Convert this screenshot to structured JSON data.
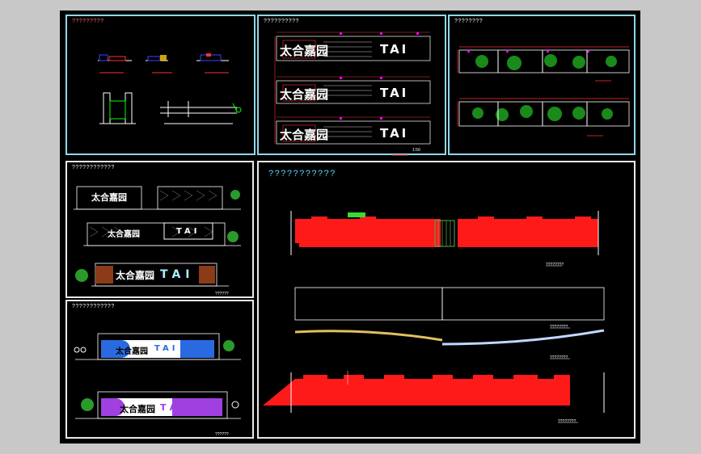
{
  "drawing": {
    "panels": [
      {
        "title": "?????????"
      },
      {
        "title": "??????????"
      },
      {
        "title": "????????"
      },
      {
        "title": "????????????"
      },
      {
        "title": "????????????"
      },
      {
        "title": "???????????"
      }
    ],
    "banner_cn": "太合嘉园",
    "banner_en": "TAI",
    "scale_label": "1:50",
    "scale_note": "??????",
    "dim_text": "????????"
  }
}
